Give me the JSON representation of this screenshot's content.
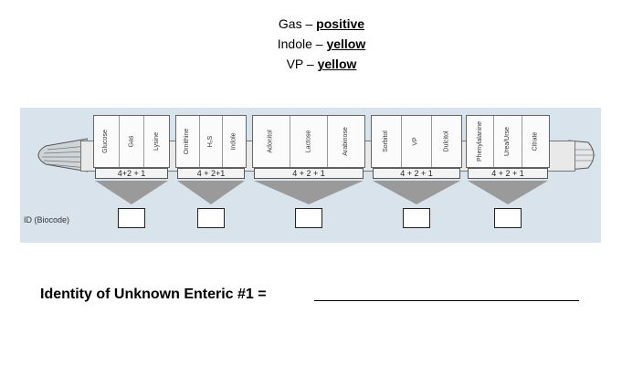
{
  "results": [
    {
      "label": "Gas –",
      "value": "positive"
    },
    {
      "label": "Indole –",
      "value": "yellow"
    },
    {
      "label": "VP –",
      "value": "yellow"
    }
  ],
  "strip": {
    "id_label": "ID (Biocode)",
    "groups": [
      {
        "tests": [
          "Glucose",
          "Gas",
          "Lysine"
        ],
        "score": "4+2 + 1"
      },
      {
        "tests": [
          "Ornithine",
          "H₂S",
          "Indole"
        ],
        "score": "4 + 2+1"
      },
      {
        "tests": [
          "Adonitol",
          "Lactose",
          "Arabinose"
        ],
        "score": "4 + 2 + 1"
      },
      {
        "tests": [
          "Sorbitol",
          "VP",
          "Dulcitol"
        ],
        "score": "4 + 2 + 1"
      },
      {
        "tests": [
          "Phenylalanine",
          "Urea/Urse",
          "Citrate"
        ],
        "score": "4 + 2 + 1"
      }
    ]
  },
  "footer": {
    "text": "Identity of Unknown Enteric #1  ="
  },
  "colors": {
    "panel": "#d8e3ec",
    "text": "#000000"
  }
}
